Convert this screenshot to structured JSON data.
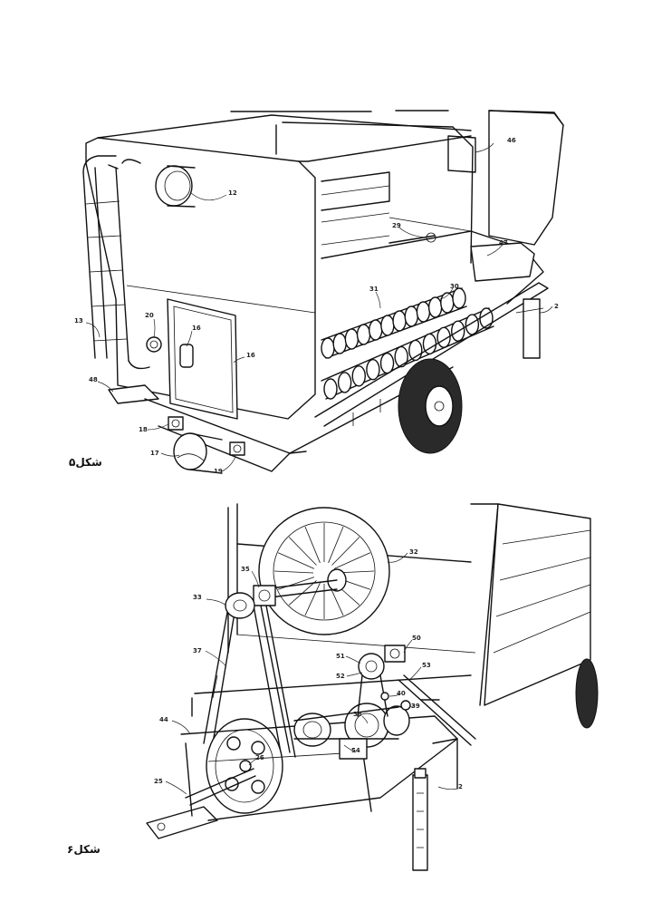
{
  "figure5": {
    "caption": "شکل۵",
    "labels": {
      "l12": "12",
      "l46": "46",
      "l29": "29",
      "l47": "47",
      "l31": "31",
      "l30": "30",
      "l2": "2",
      "l13": "13",
      "l20": "20",
      "l16a": "16",
      "l16b": "16",
      "l48": "48",
      "l18": "18",
      "l17": "17",
      "l19": "19"
    }
  },
  "figure6": {
    "caption": "شکل۶",
    "labels": {
      "l32": "32",
      "l35": "35",
      "l33": "33",
      "l37": "37",
      "l50": "50",
      "l51": "51",
      "l52": "52",
      "l53": "53",
      "l40": "40",
      "l39": "39",
      "l44": "44",
      "l38": "38",
      "l54": "54",
      "l26": "26",
      "l25": "25",
      "l2": "2"
    }
  }
}
